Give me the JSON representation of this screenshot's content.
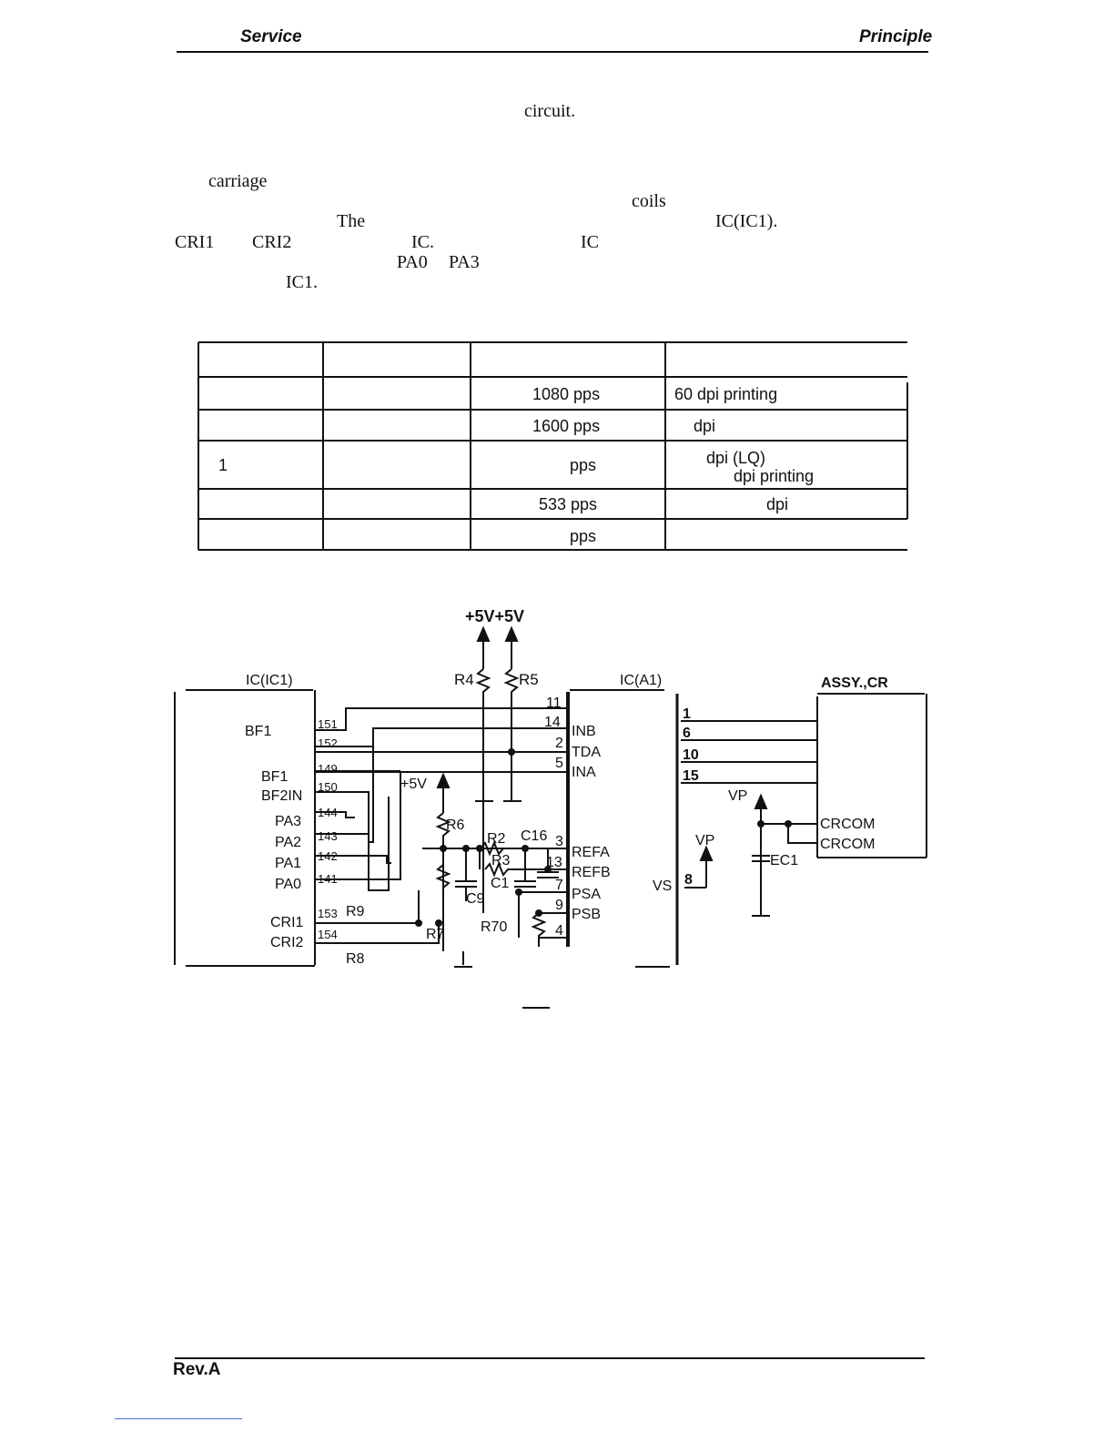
{
  "header": {
    "left": "Service",
    "right": "Principle"
  },
  "body_fragments": [
    "circuit.",
    "carriage",
    "coils",
    "The",
    "IC(IC1).",
    "CRI1",
    "CRI2",
    "IC.",
    "IC",
    "PA0",
    "PA3",
    "IC1."
  ],
  "table": {
    "rows": [
      {
        "c1": "",
        "c2": "",
        "speed": "1080 pps",
        "note": "60 dpi printing"
      },
      {
        "c1": "",
        "c2": "",
        "speed": "1600 pps",
        "note": "dpi"
      },
      {
        "c1": "1",
        "c2": "",
        "speed": "pps",
        "note": "dpi (LQ)",
        "note2": "dpi printing"
      },
      {
        "c1": "",
        "c2": "",
        "speed": "533 pps",
        "note": "dpi"
      },
      {
        "c1": "",
        "c2": "",
        "speed": "pps",
        "note": ""
      }
    ]
  },
  "schematic": {
    "supply_top": "+5V+5V",
    "ic1_label": "IC(IC1)",
    "a1_label": "IC(A1)",
    "assy_label": "ASSY.,CR",
    "r4": "R4",
    "r5": "R5",
    "r6": "R6",
    "r7": "R7",
    "r8": "R8",
    "r9": "R9",
    "r2": "R2",
    "r3": "R3",
    "r70": "R70",
    "c16": "C16",
    "c1": "C1",
    "c9": "C9",
    "ec1": "EC1",
    "plus5v": "+5V",
    "vp1": "VP",
    "vp2": "VP",
    "vs": "VS",
    "ic1_pins_labels": [
      "BF1",
      "BF1",
      "BF2IN",
      "PA3",
      "PA2",
      "PA1",
      "PA0",
      "CRI1",
      "CRI2"
    ],
    "ic1_pin_numbers": [
      "151",
      "152",
      "149",
      "150",
      "144",
      "143",
      "142",
      "141",
      "153",
      "154"
    ],
    "a1_pin_numbers": [
      "11",
      "14",
      "2",
      "5",
      "3",
      "13",
      "7",
      "9",
      "4"
    ],
    "a1_pin_labels": [
      "INB",
      "TDA",
      "INA",
      "REFA",
      "REFB",
      "PSA",
      "PSB"
    ],
    "out_pins": [
      "1",
      "6",
      "10",
      "15",
      "8"
    ],
    "crcom1": "CRCOM",
    "crcom2": "CRCOM"
  },
  "footer": {
    "left": "Rev.A"
  }
}
